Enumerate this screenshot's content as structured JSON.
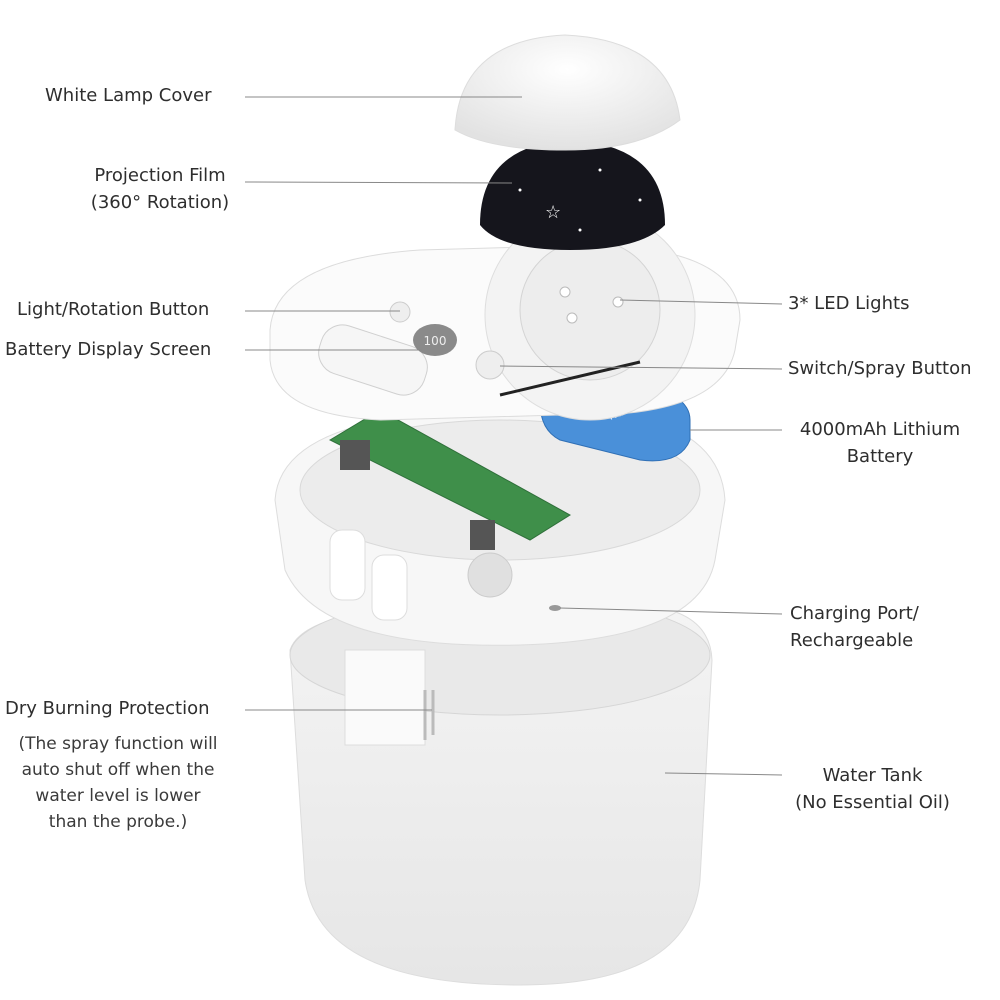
{
  "labels": {
    "lamp_cover": "White Lamp Cover",
    "projection_film": [
      "Projection Film",
      "(360° Rotation)"
    ],
    "light_button": "Light/Rotation Button",
    "battery_display": "Battery Display Screen",
    "led_lights": "3* LED Lights",
    "switch_button": "Switch/Spray Button",
    "battery": [
      "4000mAh Lithium",
      "Battery"
    ],
    "charging_port": [
      "Charging Port/",
      "Rechargeable"
    ],
    "dry_burning": "Dry Burning Protection",
    "dry_burning_note": [
      "(The spray function will",
      "auto shut off when the",
      "water level is lower",
      "than the probe.)"
    ],
    "water_tank": [
      "Water Tank",
      "(No Essential Oil)"
    ]
  },
  "device": {
    "display_value": "100",
    "battery_label": "mAh"
  },
  "colors": {
    "battery": "#4a90d9",
    "pcb": "#3f8f4a",
    "film": "#15151c",
    "leader_line": "#888888"
  }
}
